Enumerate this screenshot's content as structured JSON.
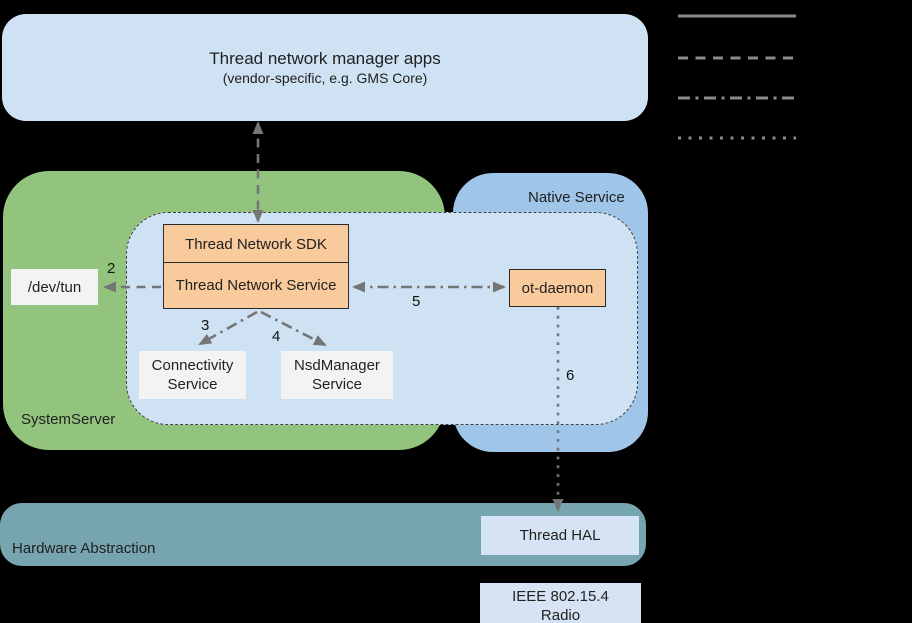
{
  "colors": {
    "background": "#000000",
    "light_blue": "#cfe2f3",
    "pale_blue": "#d6e3f4",
    "medium_blue": "#9fc5e8",
    "green": "#93c47d",
    "orange": "#f9cb9c",
    "teal": "#76a5af",
    "box_gray": "#f3f3f3",
    "line_gray": "#757575"
  },
  "legend": {
    "items": [
      {
        "style": "solid"
      },
      {
        "style": "dashed"
      },
      {
        "style": "dash-dot"
      },
      {
        "style": "dotted"
      }
    ]
  },
  "apps": {
    "title": "Thread network manager apps",
    "subtitle": "(vendor-specific, e.g. GMS Core)"
  },
  "system_server": {
    "label": "SystemServer"
  },
  "native_service": {
    "label": "Native Service"
  },
  "nodes": {
    "thread_network_sdk": "Thread Network SDK",
    "thread_network_service": "Thread Network Service",
    "dev_tun": "/dev/tun",
    "connectivity_service": "Connectivity\nService",
    "nsd_manager_service": "NsdManager\nService",
    "ot_daemon": "ot-daemon",
    "thread_hal": "Thread HAL",
    "ieee_radio": "IEEE 802.15.4\nRadio"
  },
  "hardware": {
    "label": "Hardware Abstraction"
  },
  "arrows": {
    "label_2": "2",
    "label_3": "3",
    "label_4": "4",
    "label_5": "5",
    "label_6": "6"
  }
}
